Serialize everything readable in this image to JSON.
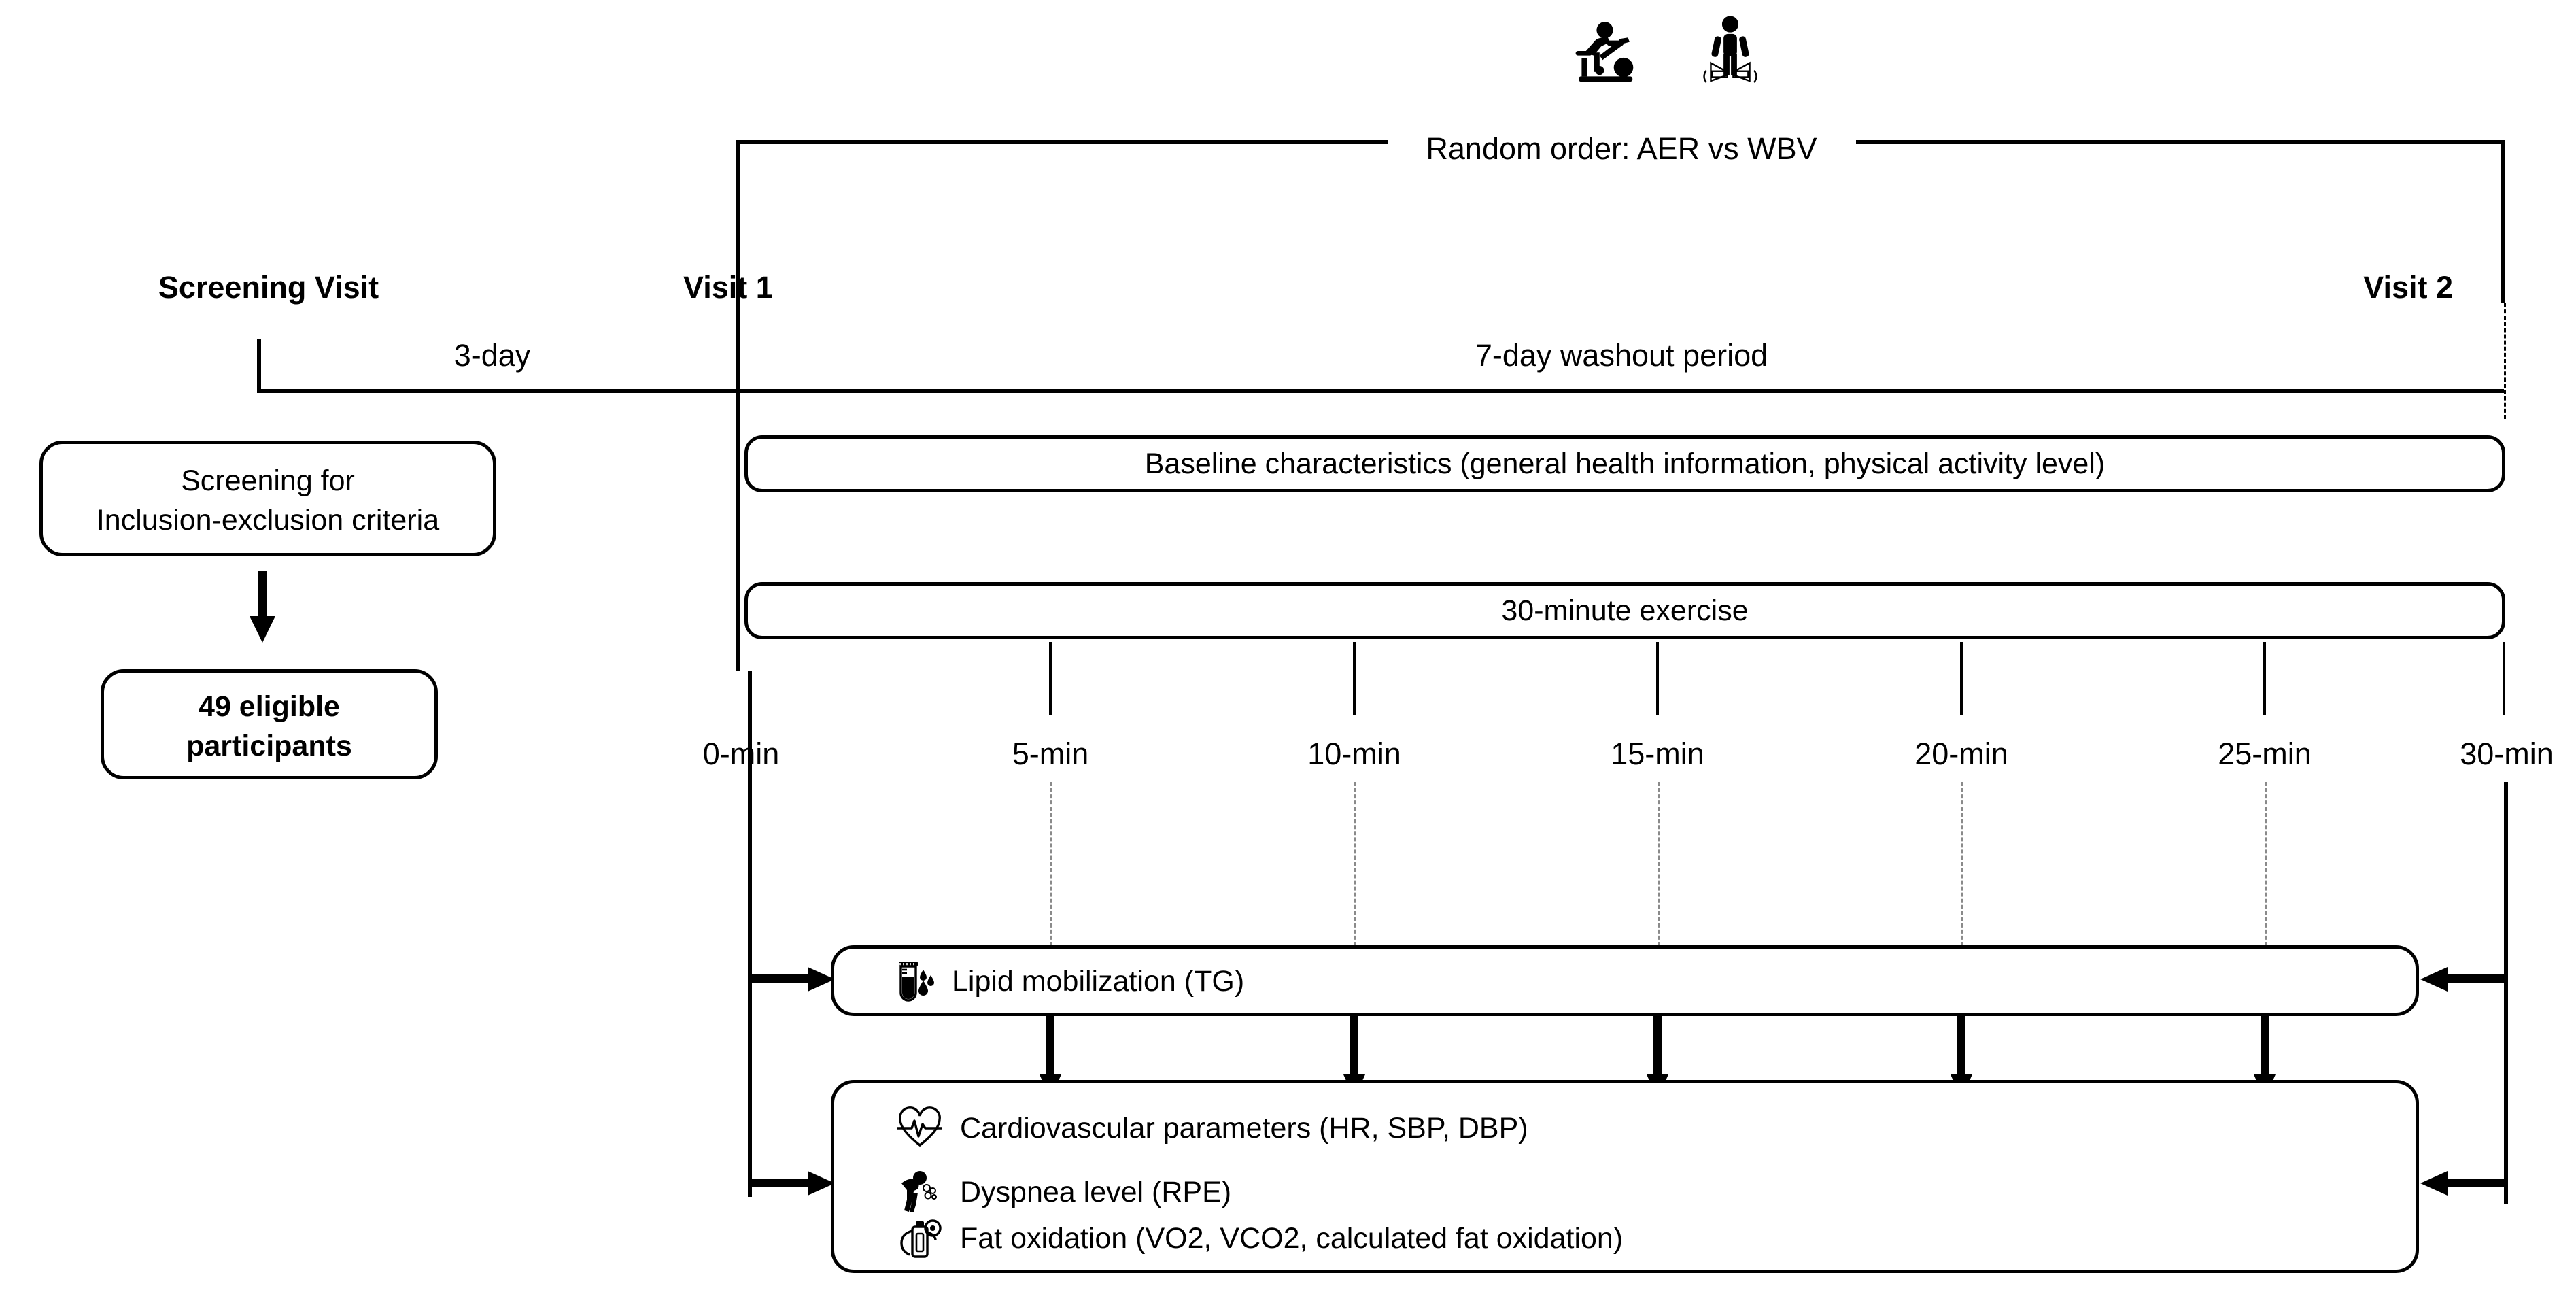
{
  "diagram": {
    "title": "Study protocol flow diagram",
    "randomization": {
      "label": "Random order: AER vs WBV"
    },
    "icons": {
      "aer": "stationary-bike-icon",
      "wbv": "whole-body-vibration-platform-icon"
    },
    "visits": {
      "screening": "Screening Visit",
      "visit1": "Visit 1",
      "visit2": "Visit 2"
    },
    "intervals": {
      "pre": "3-day",
      "washout": "7-day washout period"
    },
    "screening_flow": [
      {
        "line1": "Screening for",
        "line2": "Inclusion-exclusion criteria",
        "bold": false
      },
      {
        "line1": "49 eligible",
        "line2": "participants",
        "bold": true
      }
    ],
    "bars": [
      {
        "label": "Baseline characteristics (general health information, physical activity level)"
      },
      {
        "label": "30-minute exercise"
      }
    ],
    "timepoints": [
      "0-min",
      "5-min",
      "10-min",
      "15-min",
      "20-min",
      "25-min",
      "30-min"
    ],
    "outcome_boxes": [
      {
        "rows": [
          {
            "icon": "test-tube-droplets-icon",
            "label": "Lipid mobilization (TG)"
          }
        ]
      },
      {
        "rows": [
          {
            "icon": "heart-ecg-icon",
            "label": "Cardiovascular parameters (HR, SBP, DBP)"
          },
          {
            "icon": "dyspnea-person-icon",
            "label": "Dyspnea level (RPE)"
          },
          {
            "icon": "gas-analyzer-icon",
            "label": "Fat oxidation (VO2, VCO2, calculated fat oxidation)"
          }
        ]
      }
    ],
    "colors": {
      "line": "#000000",
      "dashed": "#8a8a8a",
      "background": "#ffffff"
    }
  }
}
